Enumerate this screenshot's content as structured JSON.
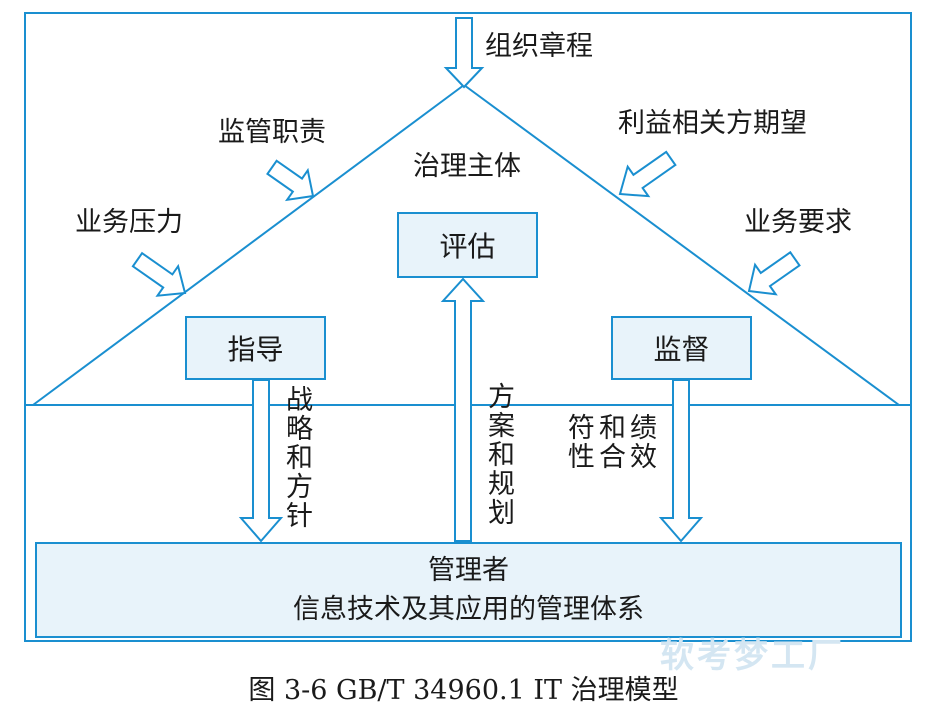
{
  "colors": {
    "line": "#1a8fd0",
    "box_fill": "#e8f3fa",
    "text": "#1a1a1a",
    "watermark": "#d4e6f2"
  },
  "inputs": {
    "charter": "组织章程",
    "regulatory_duty": "监管职责",
    "stakeholder_expectation": "利益相关方期望",
    "business_pressure": "业务压力",
    "business_requirement": "业务要求"
  },
  "triangle": {
    "title": "治理主体"
  },
  "boxes": {
    "evaluate": "评估",
    "direct": "指导",
    "monitor": "监督"
  },
  "flows": {
    "strategy_policy": "战略和方针",
    "plans_proposals": "方案和规划",
    "performance_conformance": [
      "绩效",
      "和合",
      "符性"
    ]
  },
  "manager": {
    "line1": "管理者",
    "line2": "信息技术及其应用的管理体系"
  },
  "caption": "图 3-6    GB/T 34960.1 IT 治理模型",
  "watermark": "软考梦工厂"
}
